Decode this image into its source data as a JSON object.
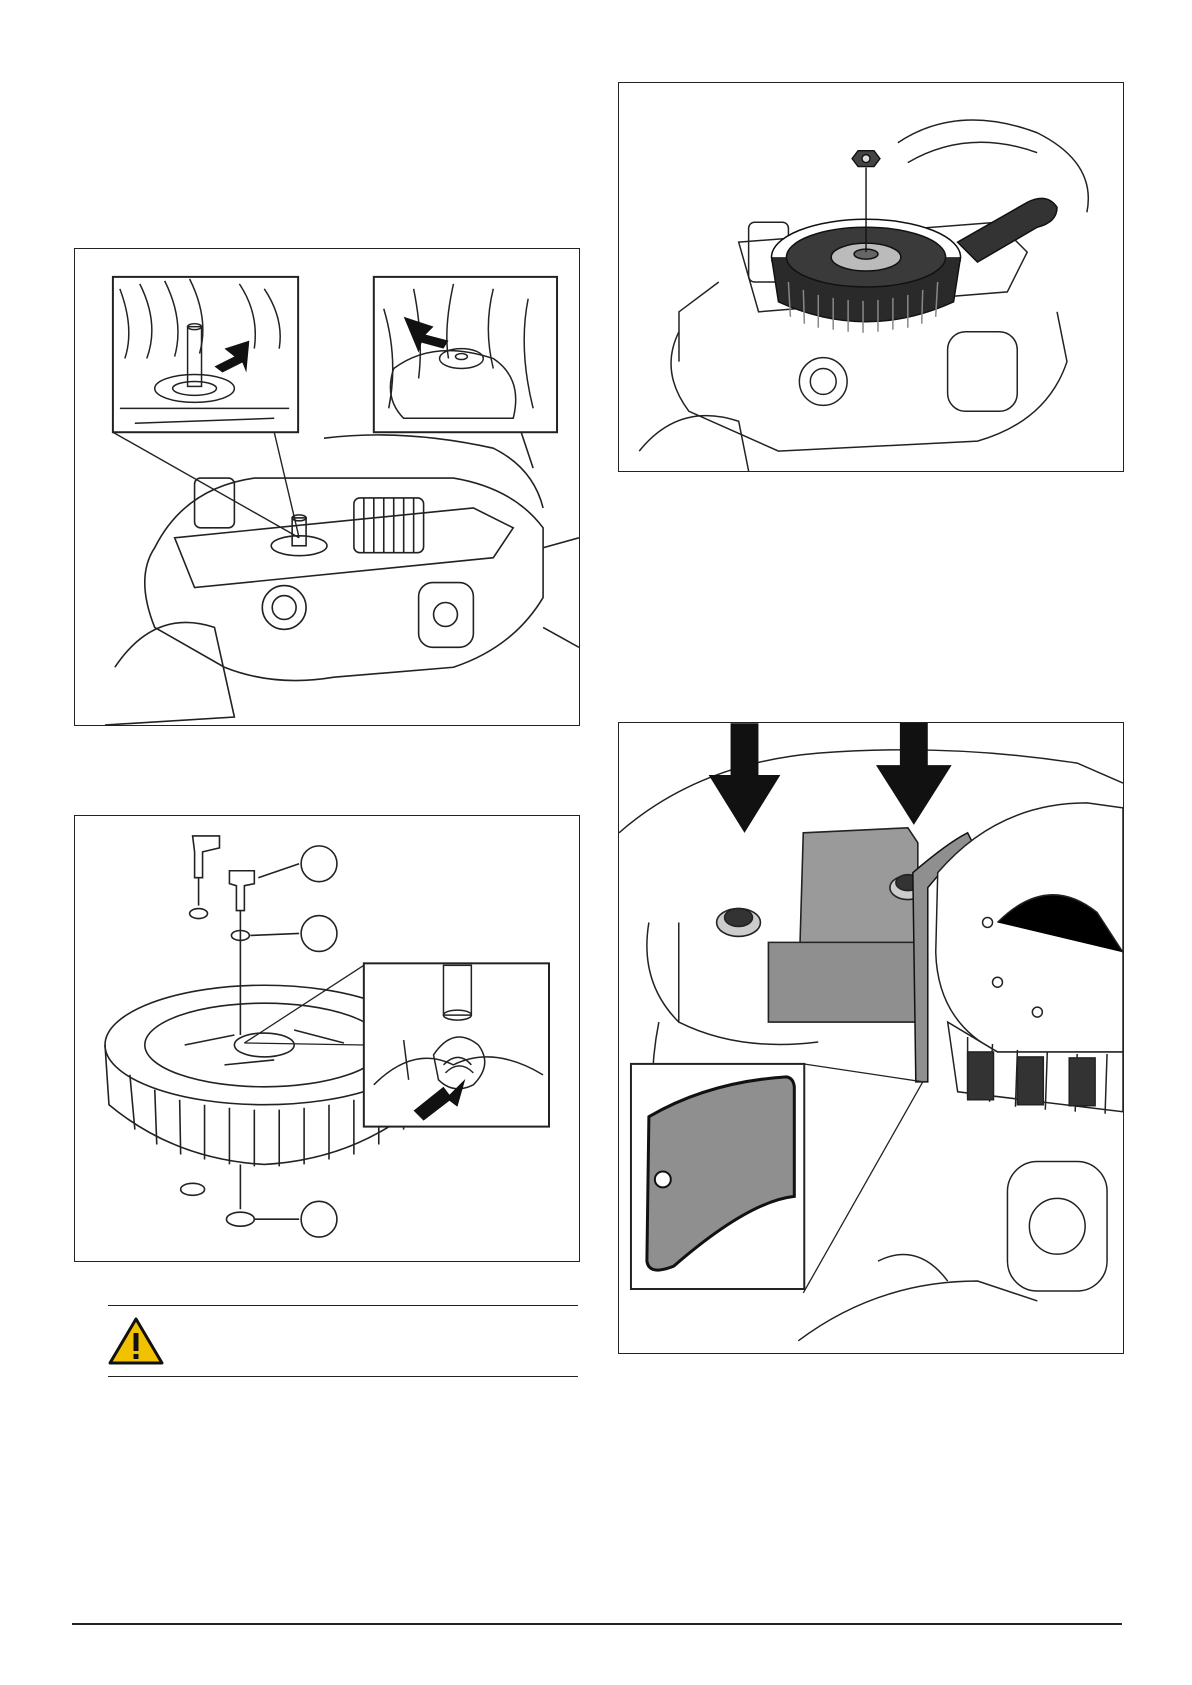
{
  "figures": [
    {
      "id": "fig-flywheel-shaft",
      "subject": "engine",
      "insets": 2
    },
    {
      "id": "fig-flywheel-parts",
      "subject": "flywheel",
      "callouts": 3,
      "insets": 1
    },
    {
      "id": "fig-flywheel-installed",
      "subject": "engine",
      "insets": 0
    },
    {
      "id": "fig-ignition-gap",
      "subject": "ignition module",
      "insets": 1
    }
  ],
  "warning": {
    "icon": "warning-triangle-icon",
    "text": ""
  },
  "colors": {
    "line": "#222222",
    "gray": "#8f8f8f",
    "dark": "#333333",
    "light": "#cfcfcf"
  }
}
